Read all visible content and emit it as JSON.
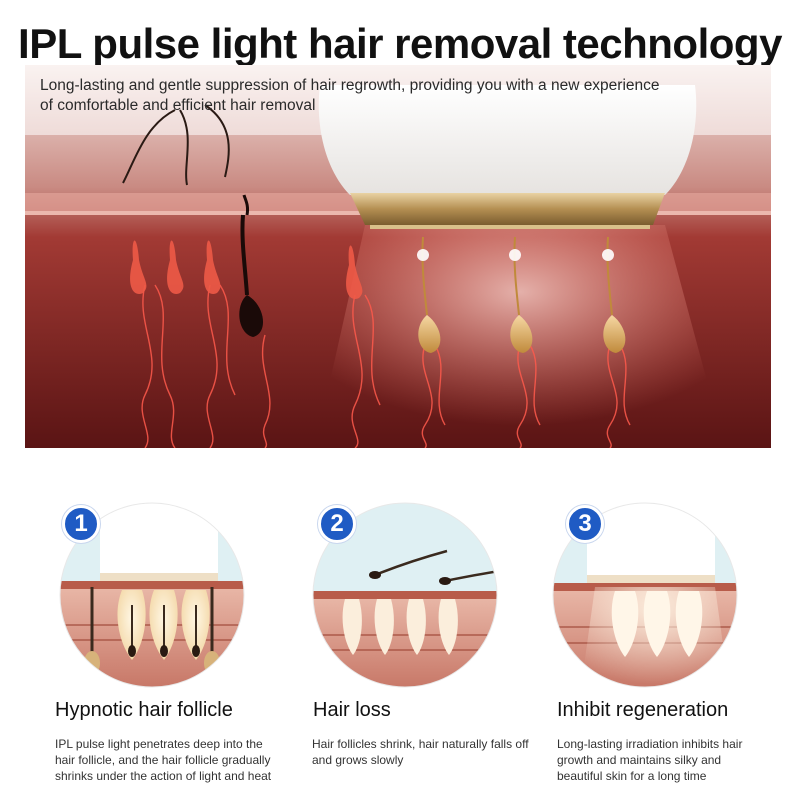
{
  "header": {
    "title": "IPL pulse light hair removal technology",
    "subtitle": "Long-lasting and gentle suppression of hair regrowth, providing you with a new experience of comfortable and efficient hair removal"
  },
  "steps": [
    {
      "number": "1",
      "title": "Hypnotic hair follicle",
      "description": "IPL pulse light penetrates deep into the hair follicle, and the hair follicle gradually shrinks under the action of light and heat"
    },
    {
      "number": "2",
      "title": "Hair loss",
      "description": "Hair follicles shrink, hair naturally falls off and grows slowly"
    },
    {
      "number": "3",
      "title": "Inhibit regeneration",
      "description": "Long-lasting irradiation inhibits hair growth and maintains silky and beautiful skin for a long time"
    }
  ],
  "colors": {
    "badge": "#1f5bc4",
    "skin": "#c97766",
    "tissue": "#7a1f1c",
    "device_trim": "#c9a86a"
  }
}
